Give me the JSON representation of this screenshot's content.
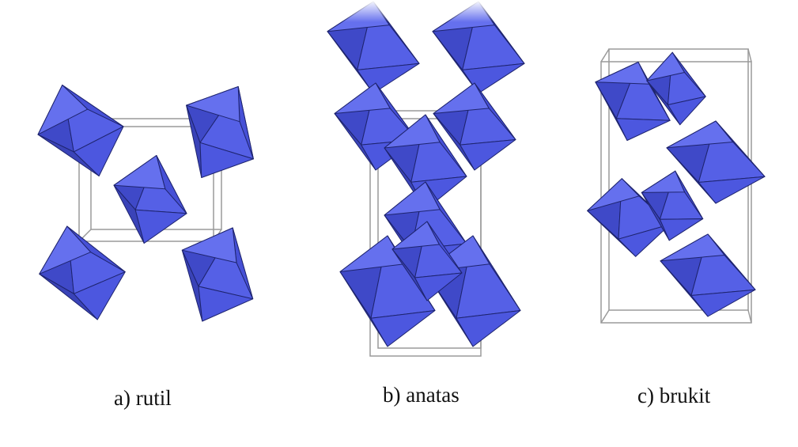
{
  "figure": {
    "panels": [
      {
        "caption": "a) rutil"
      },
      {
        "caption": "b) anatas"
      },
      {
        "caption": "c) brukit"
      }
    ]
  },
  "colors": {
    "background": "#ffffff",
    "polyhedron_base": "#4a55dc",
    "cell_edge": "#9a9a9a"
  },
  "icons": [
    "octahedron-shape",
    "unit-cell-box"
  ]
}
